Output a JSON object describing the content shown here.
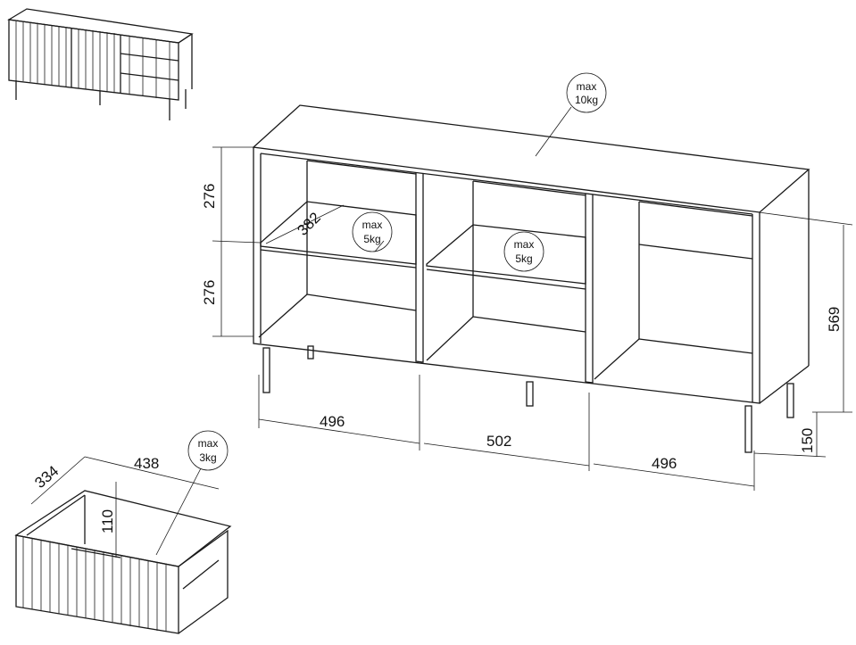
{
  "dimensions": {
    "shelf_height_top": "276",
    "shelf_height_bottom": "276",
    "shelf_depth": "382",
    "width_left": "496",
    "width_middle": "502",
    "width_right": "496",
    "body_height": "569",
    "leg_height": "150",
    "drawer_depth": "334",
    "drawer_width": "438",
    "drawer_height": "110"
  },
  "loads": [
    {
      "line1": "max",
      "line2": "10kg"
    },
    {
      "line1": "max",
      "line2": "5kg"
    },
    {
      "line1": "max",
      "line2": "5kg"
    },
    {
      "line1": "max",
      "line2": "3kg"
    }
  ]
}
